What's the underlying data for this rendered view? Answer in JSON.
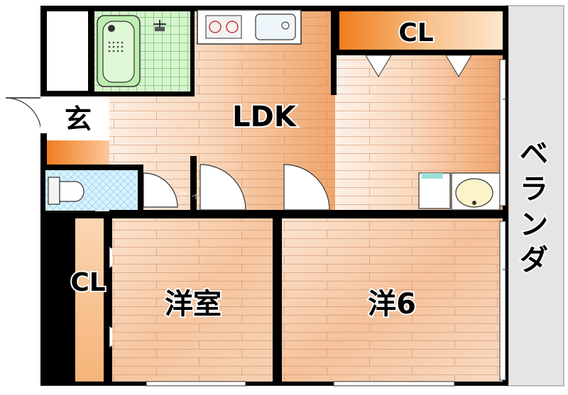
{
  "rooms": {
    "ldk": "LDK",
    "closet_top": "CL",
    "entrance": "玄",
    "balcony": "ベランダ",
    "western_room": "洋室",
    "western_6": "洋6",
    "closet_left": "CL"
  },
  "watermark": "セ      ィー      社   小      ",
  "colors": {
    "wall": "#000000",
    "floor_light": "#fdeee3",
    "floor_dark": "#f3b886",
    "plank_line": "#c9835a",
    "closet_orange": "#f28a2d",
    "bath_green": "#c8f0c0",
    "toilet_tile": "#d9f3ff",
    "balcony_grey": "#e6e6e6"
  }
}
